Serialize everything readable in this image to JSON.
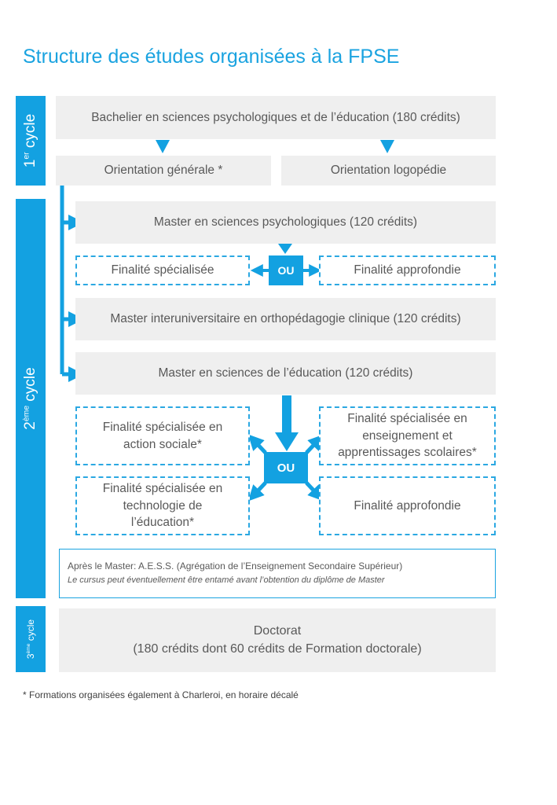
{
  "title": "Structure des études organisées à la FPSE",
  "cycles": {
    "first": {
      "main": "1",
      "sup": "er",
      "rest": " cycle"
    },
    "second": {
      "main": "2",
      "sup": "ème",
      "rest": " cycle"
    },
    "third": {
      "main": "3",
      "sup": "ème",
      "rest": " cycle"
    }
  },
  "bachelier": "Bachelier en sciences psychologiques et de l’éducation (180 crédits)",
  "orientation_generale": "Orientation générale *",
  "orientation_logopedie": "Orientation logopédie",
  "master_psy": "Master en sciences psychologiques (120 crédits)",
  "master_psy_finalites": {
    "left": "Finalité spécialisée",
    "right": "Finalité approfondie",
    "ou": "OU"
  },
  "master_ortho": "Master interuniversitaire en orthopédagogie clinique (120 crédits)",
  "master_educ": "Master en sciences de l’éducation (120 crédits)",
  "master_educ_finalites": {
    "top_left": [
      "Finalité spécialisée en",
      "action sociale*"
    ],
    "top_right": [
      "Finalité spécialisée en",
      "enseignement et",
      "apprentissages scolaires*"
    ],
    "bottom_left": [
      "Finalité spécialisée en",
      "technologie de",
      "l’éducation*"
    ],
    "bottom_right": "Finalité approfondie",
    "ou": "OU"
  },
  "aess": {
    "line1": "Après le Master: A.E.S.S. (Agrégation de l’Enseignement Secondaire Supérieur)",
    "line2": "Le cursus peut éventuellement être entamé avant l’obtention du diplôme de Master"
  },
  "doctorat": {
    "line1": "Doctorat",
    "line2": "(180 crédits dont 60 crédits de Formation doctorale)"
  },
  "footnote": "* Formations organisées également à Charleroi, en horaire décalé",
  "colors": {
    "accent": "#13a1e1",
    "box_gray": "#efefef",
    "text": "#595959"
  }
}
